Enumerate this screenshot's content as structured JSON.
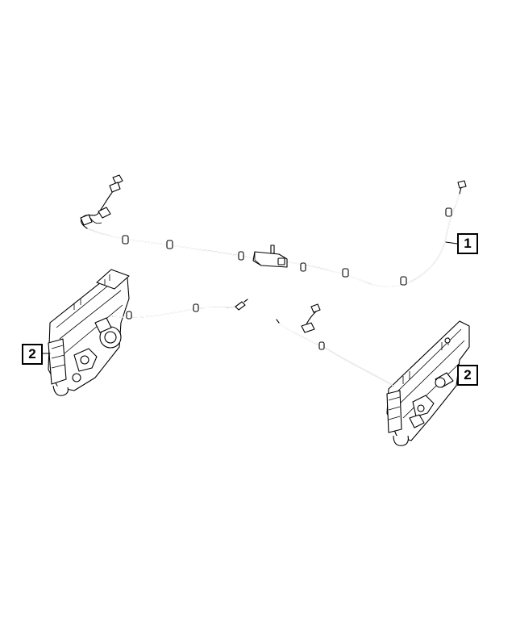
{
  "callouts": {
    "wire_harness": "1",
    "left_adjuster": "2",
    "right_adjuster": "2"
  }
}
